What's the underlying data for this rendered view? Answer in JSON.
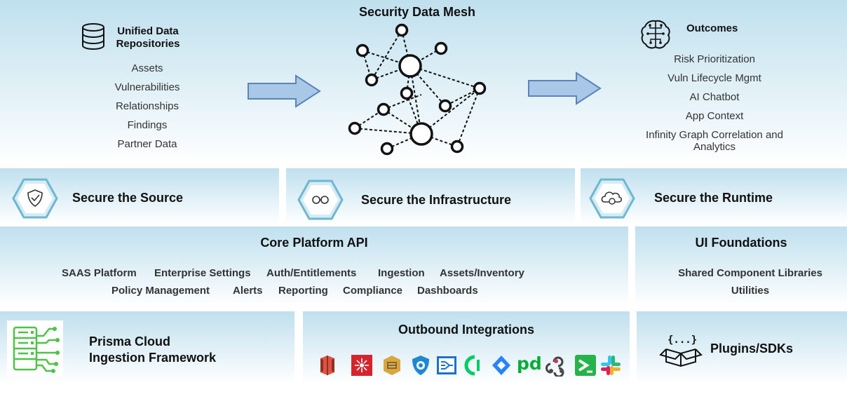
{
  "top": {
    "repositories": {
      "title_line1": "Unified Data",
      "title_line2": "Repositories",
      "icon": "database-icon",
      "items": [
        "Assets",
        "Vulnerabilities",
        "Relationships",
        "Findings",
        "Partner Data"
      ]
    },
    "mesh": {
      "title": "Security Data Mesh",
      "icon": "network-graph-icon"
    },
    "outcomes": {
      "title": "Outcomes",
      "icon": "brain-icon",
      "items": [
        "Risk Prioritization",
        "Vuln Lifecycle Mgmt",
        "AI Chatbot",
        "App Context"
      ],
      "last_line1": "Infinity Graph Correlation and",
      "last_line2": "Analytics"
    }
  },
  "secure": {
    "source": {
      "label": "Secure the Source",
      "icon": "code-shield-icon"
    },
    "infrastructure": {
      "label": "Secure the Infrastructure",
      "icon": "infrastructure-icon"
    },
    "runtime": {
      "label": "Secure the Runtime",
      "icon": "cloud-runtime-icon"
    }
  },
  "core_api": {
    "title": "Core Platform API",
    "row1": [
      "SAAS Platform",
      "Enterprise Settings",
      "Auth/Entitlements",
      "Ingestion",
      "Assets/Inventory"
    ],
    "row2": [
      "Policy Management",
      "Alerts",
      "Reporting",
      "Compliance",
      "Dashboards"
    ]
  },
  "ui_foundations": {
    "title": "UI Foundations",
    "items": [
      "Shared Component Libraries",
      "Utilities"
    ]
  },
  "ingestion": {
    "line1": "Prisma Cloud",
    "line2": "Ingestion Framework",
    "icon": "server-circuit-icon"
  },
  "outbound": {
    "title": "Outbound Integrations",
    "icons": [
      "aws-s3-icon",
      "aws-sns-icon",
      "aws-sqs-icon",
      "azure-sentinel-icon",
      "azure-event-hub-icon",
      "cortex-xsoar-icon",
      "jira-icon",
      "pagerduty-icon",
      "webhook-icon",
      "prompt-shell-icon",
      "slack-icon"
    ],
    "pagerduty_text": "pd"
  },
  "plugins": {
    "label": "Plugins/SDKs",
    "icon": "package-code-icon",
    "icon_text": "{...}"
  },
  "colors": {
    "arrow_fill": "#a9c8e8",
    "arrow_stroke": "#5a84b8",
    "panel_top": "#bfe0ee",
    "tile_green": "#4fc24a"
  }
}
